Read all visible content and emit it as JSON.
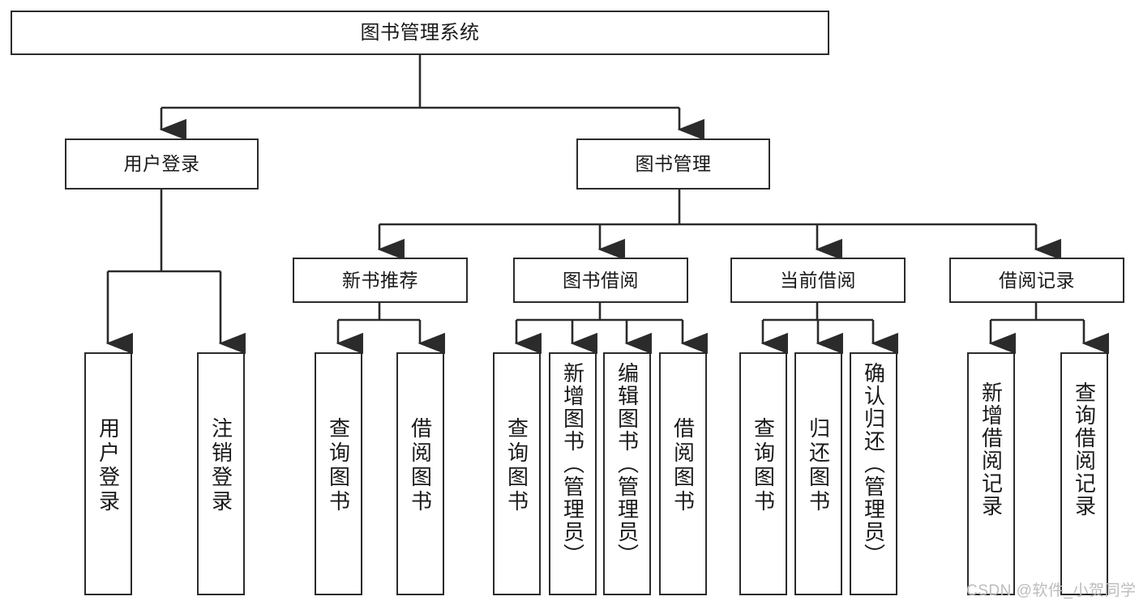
{
  "diagram": {
    "type": "tree-hierarchy-chart",
    "title": "图书管理系统",
    "root": {
      "label": "图书管理系统"
    },
    "level2": [
      {
        "id": "user-login",
        "label": "用户登录"
      },
      {
        "id": "book-management",
        "label": "图书管理"
      }
    ],
    "level3": [
      {
        "id": "new-book-recommend",
        "label": "新书推荐",
        "parent": "book-management"
      },
      {
        "id": "book-borrow",
        "label": "图书借阅",
        "parent": "book-management"
      },
      {
        "id": "current-borrow",
        "label": "当前借阅",
        "parent": "book-management"
      },
      {
        "id": "borrow-record",
        "label": "借阅记录",
        "parent": "book-management"
      }
    ],
    "leaves": {
      "user_login": [
        {
          "label": "用户登录"
        },
        {
          "label": "注销登录"
        }
      ],
      "new_book_recommend": [
        {
          "label": "查询图书"
        },
        {
          "label": "借阅图书"
        }
      ],
      "book_borrow": [
        {
          "label": "查询图书"
        },
        {
          "label": "新增图书（管理员）"
        },
        {
          "label": "编辑图书（管理员）"
        },
        {
          "label": "借阅图书"
        }
      ],
      "current_borrow": [
        {
          "label": "查询图书"
        },
        {
          "label": "归还图书"
        },
        {
          "label": "确认归还（管理员）"
        }
      ],
      "borrow_record": [
        {
          "label": "新增借阅记录"
        },
        {
          "label": "查询借阅记录"
        }
      ]
    },
    "watermark": "CSDN @软件_小贺同学",
    "colors": {
      "stroke": "#2b2b2b",
      "fill": "#ffffff",
      "text": "#1a1a1a",
      "watermark": "#bcbcbc"
    }
  }
}
